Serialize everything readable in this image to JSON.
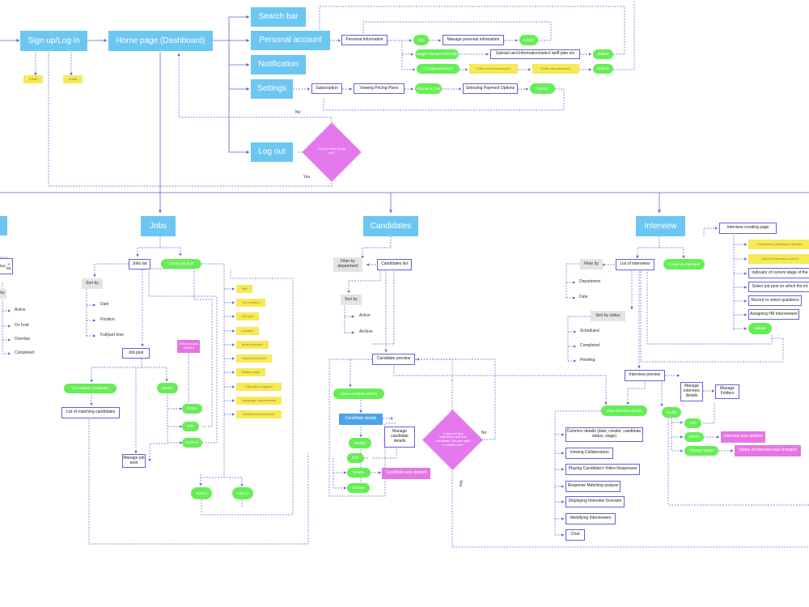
{
  "nav": {
    "signup": "Sign up/Log in",
    "home": "Home page (Dashboard)",
    "search": "Search bar",
    "personal": "Personal account",
    "notification": "Notification",
    "settings": "Settings",
    "logout": "Log out",
    "email1": "Email",
    "email2": "Email"
  },
  "personal": {
    "info": "Personal Information",
    "edit": "Edit",
    "manage_info": "Manage personal information",
    "submit1": "Submit",
    "manage_payment": "Manage Payment information",
    "upload_card": "Upload card information/select tariff plan etc",
    "submit2": "Submit",
    "change_password": "Change password",
    "enter_current": "Enter current password",
    "enter_new": "Enter new password",
    "submit3": "Submit"
  },
  "settings": {
    "subscription": "Subscription",
    "viewing_plans": "Viewing Pricing Plans",
    "choose_plan": "Choose a plan",
    "payment_options": "Selecting Payment Options",
    "submit": "Submit",
    "no": "No"
  },
  "logout": {
    "question": "Do you want to log out?",
    "yes": "Yes"
  },
  "left": {
    "line1": "alled",
    "line2": "o list",
    "by": "by",
    "active": "Active",
    "on_hold": "On hold",
    "overdue": "Overdue",
    "completed": "Completed"
  },
  "jobs": {
    "title": "Jobs",
    "jobs_list": "Jobs list",
    "create_post": "Create job post",
    "sort_by": "Sort by",
    "date": "Date",
    "position": "Position",
    "fullpart": "Full/part time",
    "job_post": "Job post",
    "view_match": "View match candidates",
    "list_matching": "List of matching candidates",
    "modify": "Modify",
    "deleted": "Job post was deleted",
    "delete": "Delete",
    "edit": "Edit",
    "archive": "Archive",
    "manage_post": "Manage job post",
    "submit": "Submit",
    "cancel": "Cancel",
    "fields": [
      "Title",
      "Job location",
      "Job type",
      "Location",
      "Work schedule",
      "Experience level",
      "Salary range",
      "Education required",
      "Language requirements",
      "Additional information"
    ]
  },
  "candidates": {
    "title": "Candidates",
    "filter": "Filter by department",
    "list": "Candidates list",
    "sort_by": "Sort by",
    "active": "Active",
    "archive": "Archive",
    "preview": "Candidate preview",
    "view_details": "View candidate details",
    "details": "Candidate details",
    "manage_details": "Manage candidate details",
    "modify": "Modify",
    "edit": "Edit",
    "delete": "Delete",
    "deleted": "Candidate was deleted",
    "archive_btn": "Archive",
    "question": "It was not any interviews with this candidate. Do you want to create one?",
    "no": "No",
    "yes": "Yes"
  },
  "interview": {
    "title": "Interview",
    "creating_page": "Interview creating page",
    "create_btn": "Create an interview",
    "filter": "Filter by",
    "list": "List of interviews",
    "department": "Department",
    "date": "Date",
    "sort_status": "Sort by status",
    "scheduled": "Scheduled",
    "completed": "Completed",
    "pending": "Pending",
    "y1": "Introductory greeting & descript",
    "y2": "Add/edit interview content",
    "indicator": "Indicator of current stage of the",
    "select_job": "Select job post on which the int",
    "record": "Record or select questions",
    "assigning": "Assigning HR Interviewers",
    "submit": "Submit",
    "preview": "Interview preview",
    "manage_details": "Manage interview details",
    "manage_folders": "Manage Folders",
    "view_details": "View interview details",
    "modify": "Modify",
    "edit": "Edit",
    "delete": "Delete",
    "deleted": "Interview was deleted",
    "change_status": "Change status",
    "status_changed": "Status of interview was changed",
    "common": "Common details (date, creator, candidate, status, stage)",
    "collaborators": "Viewing Collaborators",
    "playing": "Playing Candidate's Video Responses",
    "matching": "Response Matching analyse",
    "scenario": "Displaying Interview Scenario",
    "identifying": "Identifying Interviewers",
    "chat": "Chat"
  }
}
